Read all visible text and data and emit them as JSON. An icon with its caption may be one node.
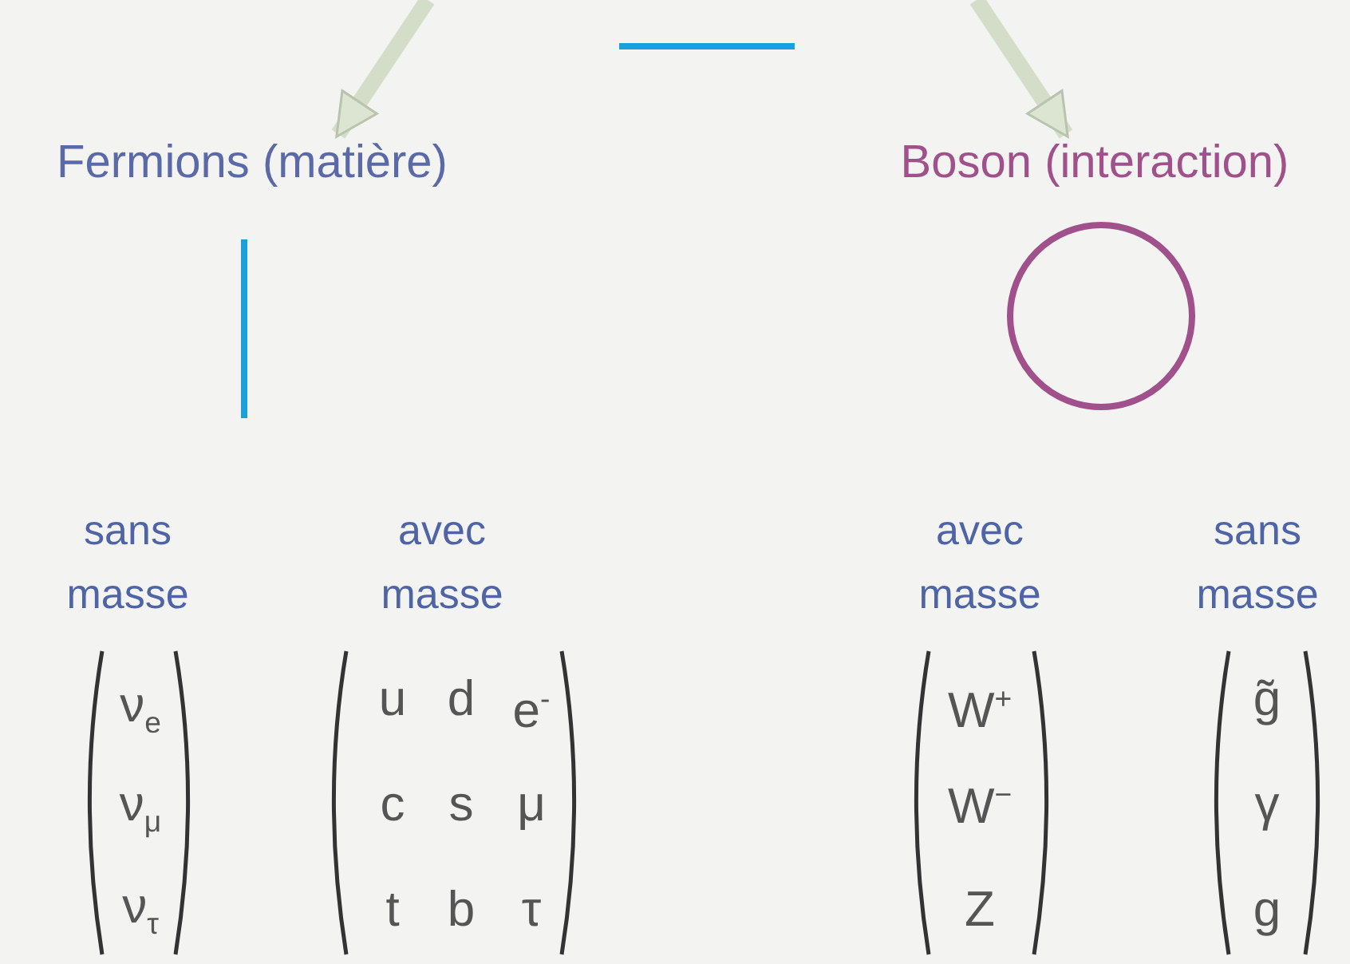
{
  "diagram": {
    "nodes": [
      {
        "text": [
          "Fermions (matière)"
        ]
      },
      {
        "text": [
          "Boson (interaction)"
        ]
      },
      {
        "text": [],
        "shape": "circle"
      }
    ],
    "edges": [
      {
        "from": null,
        "to": 0,
        "arrow": "to"
      },
      {
        "from": null,
        "to": 1,
        "arrow": "to"
      }
    ],
    "labels": [
      "sans masse",
      "avec masse",
      "avec masse",
      "sans masse",
      "ν$_{e}$",
      "u",
      "d",
      "e$^{-}$",
      "W$^{+}$",
      "g̃",
      "ν$_{μ}$",
      "c",
      "s",
      "μ",
      "W$^{−}$",
      "γ",
      "ν$_{τ}$",
      "t",
      "b",
      "τ",
      "Z",
      "g"
    ]
  }
}
